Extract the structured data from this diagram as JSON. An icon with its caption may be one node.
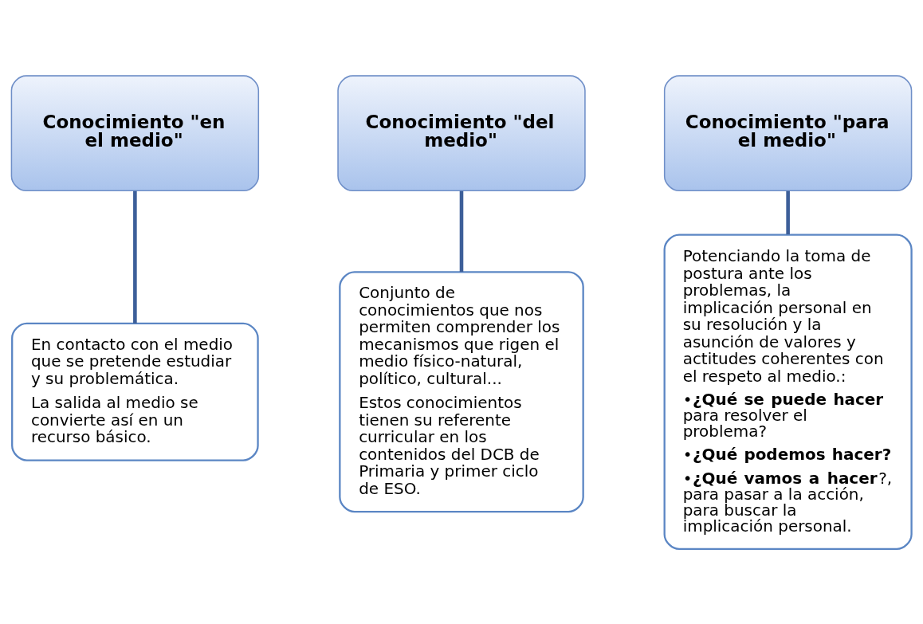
{
  "diagram": {
    "nodes": [
      {
        "text": [
          "Conocimiento \"en el medio\""
        ]
      },
      {
        "text": [
          "Conocimiento \"del medio\""
        ]
      },
      {
        "text": [
          "Conocimiento \"para el medio\""
        ]
      },
      {
        "text": [
          "En contacto con el medio que se pretende estudiar y su problemática.",
          "La salida al medio se convierte así en un recurso básico."
        ]
      },
      {
        "text": [
          "Conjunto de conocimientos que nos permiten comprender los mecanismos que rigen el medio físico-natural, político, cultural...",
          "Estos conocimientos tienen su referente curricular en los contenidos del DCB de Primaria y primer ciclo de ESO."
        ]
      },
      {
        "text": [
          "Potenciando la toma de postura ante los problemas, la implicación personal en su resolución y la asunción de valores y actitudes coherentes con el respeto al medio.:",
          "•**¿Qué se puede hacer** para resolver el problema?",
          "•**¿Qué podemos hacer?**",
          "•**¿Qué vamos a hacer**?, para pasar a la acción, para buscar la implicación personal."
        ]
      }
    ],
    "edges": [
      {
        "from": 0,
        "to": 3,
        "arrow": "none"
      },
      {
        "from": 1,
        "to": 4,
        "arrow": "none"
      },
      {
        "from": 2,
        "to": 5,
        "arrow": "none"
      }
    ]
  }
}
